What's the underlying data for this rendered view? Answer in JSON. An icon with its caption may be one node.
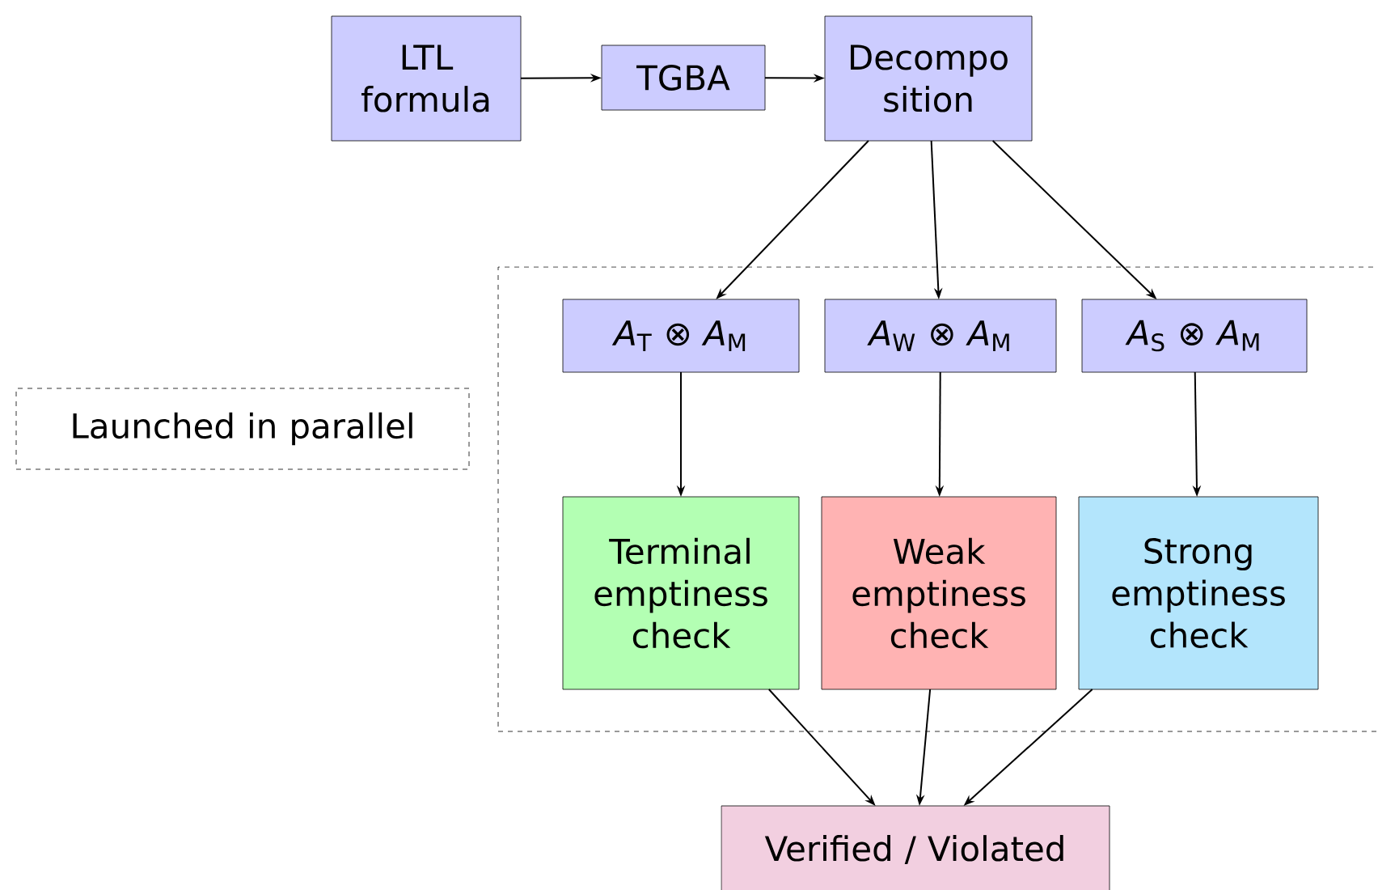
{
  "diagram": {
    "nodes": [
      {
        "text": [
          "LTL formula"
        ]
      },
      {
        "text": [
          "TGBA"
        ]
      },
      {
        "text": [
          "Decompo sition"
        ]
      },
      {
        "text": [],
        "shape": "box"
      },
      {
        "text": [
          "Launched in parallel"
        ]
      },
      {
        "text": [
          "*A*$_{T}$ ⊗ *A*$_{M}$"
        ],
        "in": 3
      },
      {
        "text": [
          "*A*$_{W}$ ⊗ *A*$_{M}$"
        ],
        "in": 3
      },
      {
        "text": [
          "*A*$_{S}$ ⊗ *A*$_{M}$"
        ],
        "in": 3
      },
      {
        "text": [
          "Terminal emptiness check"
        ],
        "in": 3
      },
      {
        "text": [
          "Weak emptiness check"
        ],
        "in": 3
      },
      {
        "text": [
          "Strong emptiness check"
        ],
        "in": 3
      },
      {
        "text": [
          "Verified / Violated"
        ]
      }
    ],
    "edges": [
      {
        "from": 0,
        "to": 1,
        "arrow": "to"
      },
      {
        "from": 1,
        "to": 2,
        "arrow": "to"
      },
      {
        "from": 2,
        "to": 5,
        "arrow": "to"
      },
      {
        "from": 2,
        "to": 6,
        "arrow": "to"
      },
      {
        "from": 2,
        "to": 7,
        "arrow": "to"
      },
      {
        "from": 5,
        "to": 8,
        "arrow": "to"
      },
      {
        "from": 6,
        "to": 9,
        "arrow": "to"
      },
      {
        "from": 7,
        "to": 10,
        "arrow": "to"
      },
      {
        "from": 8,
        "to": 11,
        "arrow": "to"
      },
      {
        "from": 9,
        "to": 11,
        "arrow": "to"
      },
      {
        "from": 10,
        "to": 11,
        "arrow": "to"
      }
    ]
  }
}
